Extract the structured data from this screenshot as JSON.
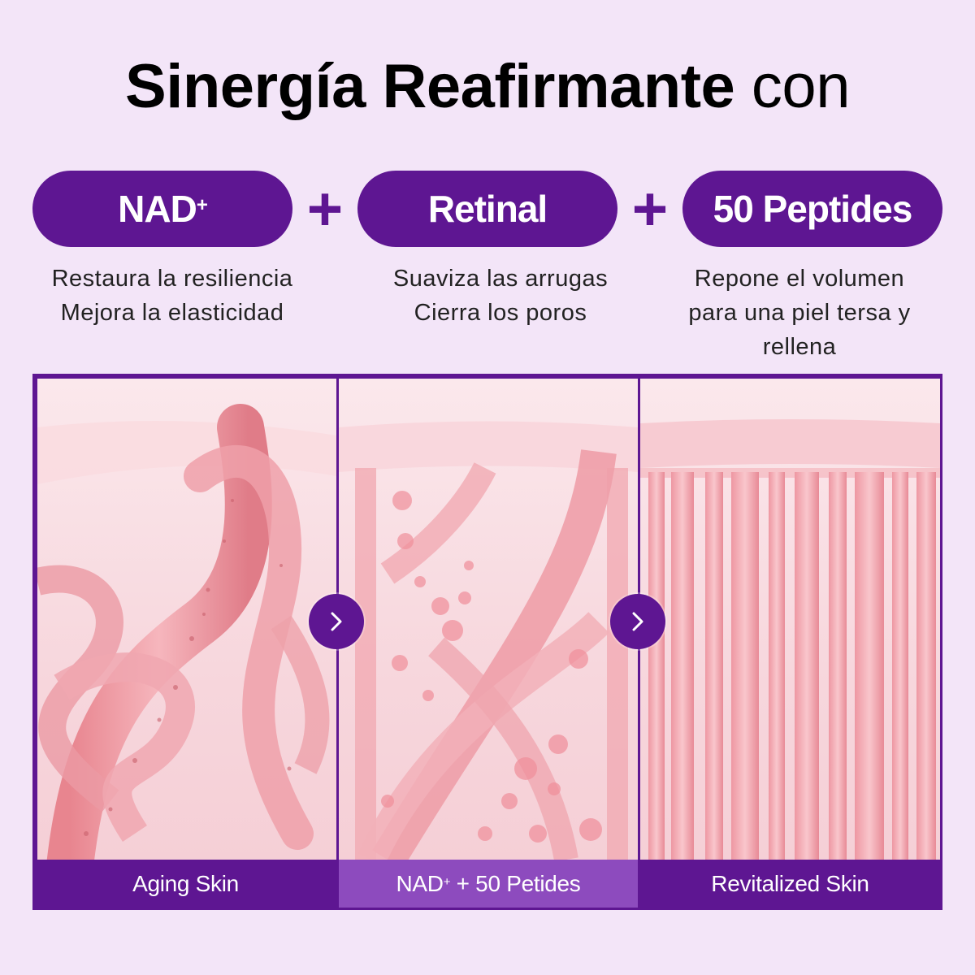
{
  "title": {
    "bold": "Sinergía Reafirmante",
    "light": "con"
  },
  "ingredients": [
    {
      "name": "NAD",
      "sup": "+",
      "lines": [
        "Restaura la resiliencia",
        "Mejora la elasticidad"
      ]
    },
    {
      "name": "Retinal",
      "sup": "",
      "lines": [
        "Suaviza las arrugas",
        "Cierra los poros"
      ]
    },
    {
      "name": "50 Peptides",
      "sup": "",
      "lines": [
        "Repone el volumen",
        "para una piel tersa y",
        "rellena"
      ]
    }
  ],
  "plus_symbol": "+",
  "panels": [
    {
      "label": "Aging Skin"
    },
    {
      "label_main": "NAD",
      "label_sup": "+",
      "label_rest": " + 50 Petides"
    },
    {
      "label": "Revitalized Skin"
    }
  ],
  "colors": {
    "brand": "#5e1692",
    "mid_label": "#8d4bbe",
    "background": "#f3e5f8",
    "tissue": "#f2a3ad"
  },
  "icons": {
    "next": "chevron-right-icon"
  }
}
